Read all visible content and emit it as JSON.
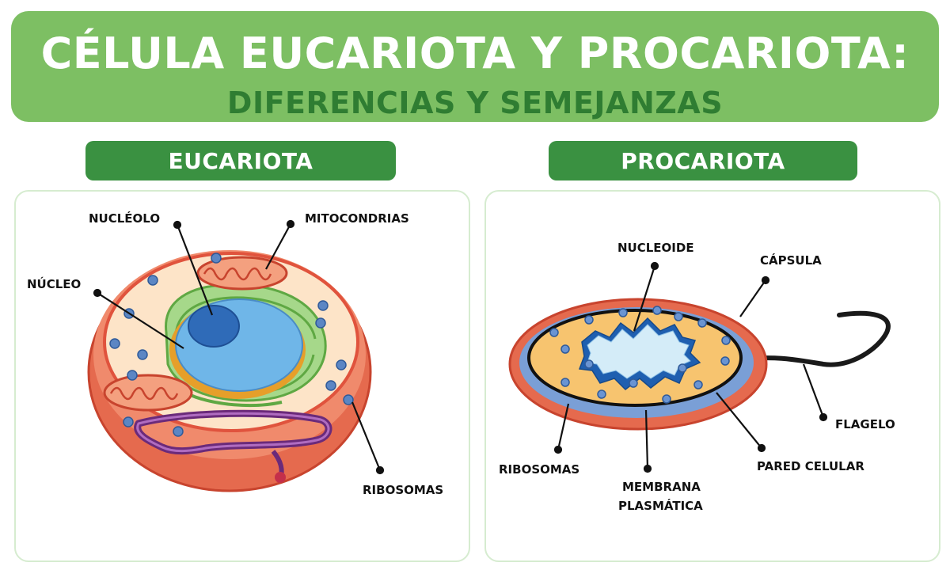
{
  "header": {
    "title": "CÉLULA EUCARIOTA Y PROCARIOTA:",
    "subtitle": "DIFERENCIAS Y SEMEJANZAS"
  },
  "eukaryote": {
    "heading": "EUCARIOTA",
    "labels": {
      "nucleolus": "NUCLÉOLO",
      "mitochondria": "MITOCONDRIAS",
      "nucleus": "NÚCLEO",
      "ribosomes": "RIBOSOMAS"
    }
  },
  "prokaryote": {
    "heading": "PROCARIOTA",
    "labels": {
      "nucleoid": "NUCLEOIDE",
      "capsule": "CÁPSULA",
      "flagellum": "FLAGELO",
      "ribosomes": "RIBOSOMAS",
      "membrane_line1": "MEMBRANA",
      "membrane_line2": "PLASMÁTICA",
      "cell_wall": "PARED CELULAR"
    }
  },
  "colors": {
    "banner": "#7dbf63",
    "banner_subtitle": "#2f7d32",
    "heading_pill": "#3a9141",
    "cell_membrane": "#e0533d",
    "cytoplasm": "#fde4c8",
    "nucleus": "#6fb6e8",
    "er": "#92c97a",
    "golgi": "#7a2f8a",
    "ribosome": "#5b86c4"
  }
}
